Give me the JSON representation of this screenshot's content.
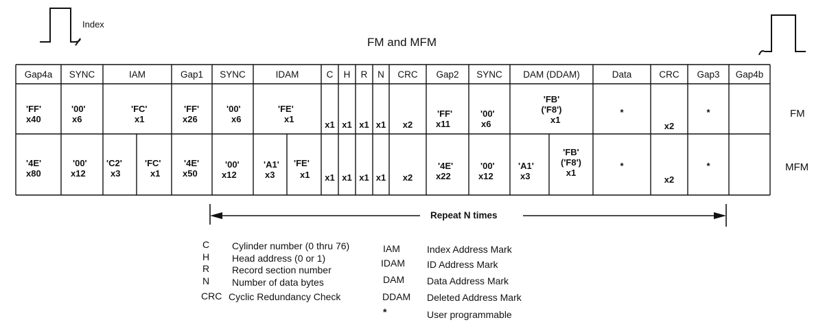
{
  "title": "FM and MFM",
  "index_label": "Index",
  "columns": [
    "Gap4a",
    "SYNC",
    "IAM",
    "Gap1",
    "SYNC",
    "IDAM",
    "C",
    "H",
    "R",
    "N",
    "CRC",
    "Gap2",
    "SYNC",
    "DAM (DDAM)",
    "Data",
    "CRC",
    "Gap3",
    "Gap4b"
  ],
  "row_labels": {
    "fm": "FM",
    "mfm": "MFM"
  },
  "fm": {
    "gap4a_v": "'FF'",
    "gap4a_n": "x40",
    "sync1_v": "'00'",
    "sync1_n": "x6",
    "iam_v": "'FC'",
    "iam_n": "x1",
    "gap1_v": "'FF'",
    "gap1_n": "x26",
    "sync2_v": "'00'",
    "sync2_n": "x6",
    "idam_v": "'FE'",
    "idam_n": "x1",
    "c": "x1",
    "h": "x1",
    "r": "x1",
    "n": "x1",
    "crc1": "x2",
    "gap2_v": "'FF'",
    "gap2_n": "x11",
    "sync3_v": "'00'",
    "sync3_n": "x6",
    "dam_v1": "'FB'",
    "dam_v2": "('F8')",
    "dam_n": "x1",
    "data": "*",
    "crc2": "x2",
    "gap3": "*"
  },
  "mfm": {
    "gap4a_v": "'4E'",
    "gap4a_n": "x80",
    "sync1_v": "'00'",
    "sync1_n": "x12",
    "iam1_v": "'C2'",
    "iam1_n": "x3",
    "iam2_v": "'FC'",
    "iam2_n": "x1",
    "gap1_v": "'4E'",
    "gap1_n": "x50",
    "sync2_v": "'00'",
    "sync2_n": "x12",
    "idam1_v": "'A1'",
    "idam1_n": "x3",
    "idam2_v": "'FE'",
    "idam2_n": "x1",
    "c": "x1",
    "h": "x1",
    "r": "x1",
    "n": "x1",
    "crc1": "x2",
    "gap2_v": "'4E'",
    "gap2_n": "x22",
    "sync3_v": "'00'",
    "sync3_n": "x12",
    "dam1_v": "'A1'",
    "dam1_n": "x3",
    "dam2_v1": "'FB'",
    "dam2_v2": "('F8')",
    "dam2_n": "x1",
    "data": "*",
    "crc2": "x2",
    "gap3": "*"
  },
  "repeat_label": "Repeat N times",
  "legend_left": [
    {
      "abbr": "C",
      "desc": "Cylinder number (0 thru 76)"
    },
    {
      "abbr": "H",
      "desc": "Head address (0 or 1)"
    },
    {
      "abbr": "R",
      "desc": "Record section number"
    },
    {
      "abbr": "N",
      "desc": "Number of data bytes"
    },
    {
      "abbr": "CRC",
      "desc": "Cyclic Redundancy Check"
    }
  ],
  "legend_right": [
    {
      "abbr": "IAM",
      "desc": "Index Address Mark"
    },
    {
      "abbr": "IDAM",
      "desc": "ID Address Mark"
    },
    {
      "abbr": "DAM",
      "desc": "Data Address Mark"
    },
    {
      "abbr": "DDAM",
      "desc": "Deleted Address Mark"
    },
    {
      "abbr": "*",
      "desc": "User programmable"
    }
  ]
}
